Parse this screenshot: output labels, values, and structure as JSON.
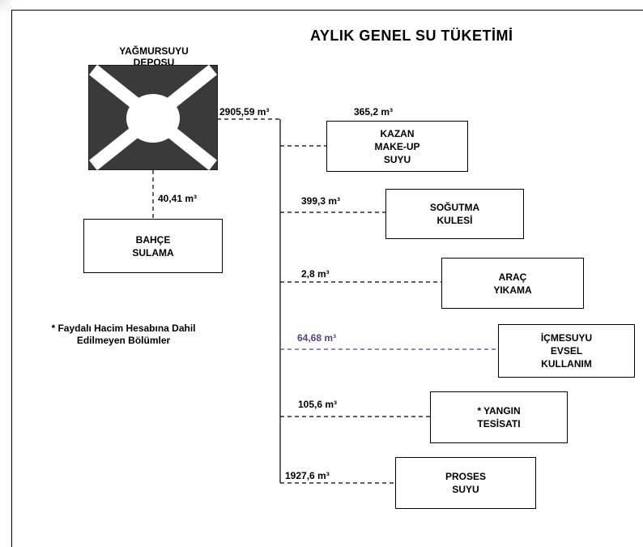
{
  "title": "AYLIK GENEL SU TÜKETİMİ",
  "tank": {
    "label": "YAĞMURSUYU\nDEPOSU",
    "outflow": "2905,59 m³"
  },
  "garden": {
    "label": "BAHÇE\nSULAMA",
    "value": "40,41 m³"
  },
  "note": "* Faydalı Hacim Hesabına Dahil\nEdilmeyen Bölümler",
  "branches": [
    {
      "label": "KAZAN\nMAKE-UP\nSUYU",
      "value": "365,2 m³",
      "color": "#000000"
    },
    {
      "label": "SOĞUTMA\nKULESİ",
      "value": "399,3 m³",
      "color": "#000000"
    },
    {
      "label": "ARAÇ\nYIKAMA",
      "value": "2,8 m³",
      "color": "#000000"
    },
    {
      "label": "İÇMESUYU\nEVSEL\nKULLANIM",
      "value": "64,68 m³",
      "color": "#5b3f86"
    },
    {
      "label": "* YANGIN\nTESİSATI",
      "value": "105,6 m³",
      "color": "#000000"
    },
    {
      "label": "PROSES\nSUYU",
      "value": "1927,6 m³",
      "color": "#000000"
    }
  ]
}
